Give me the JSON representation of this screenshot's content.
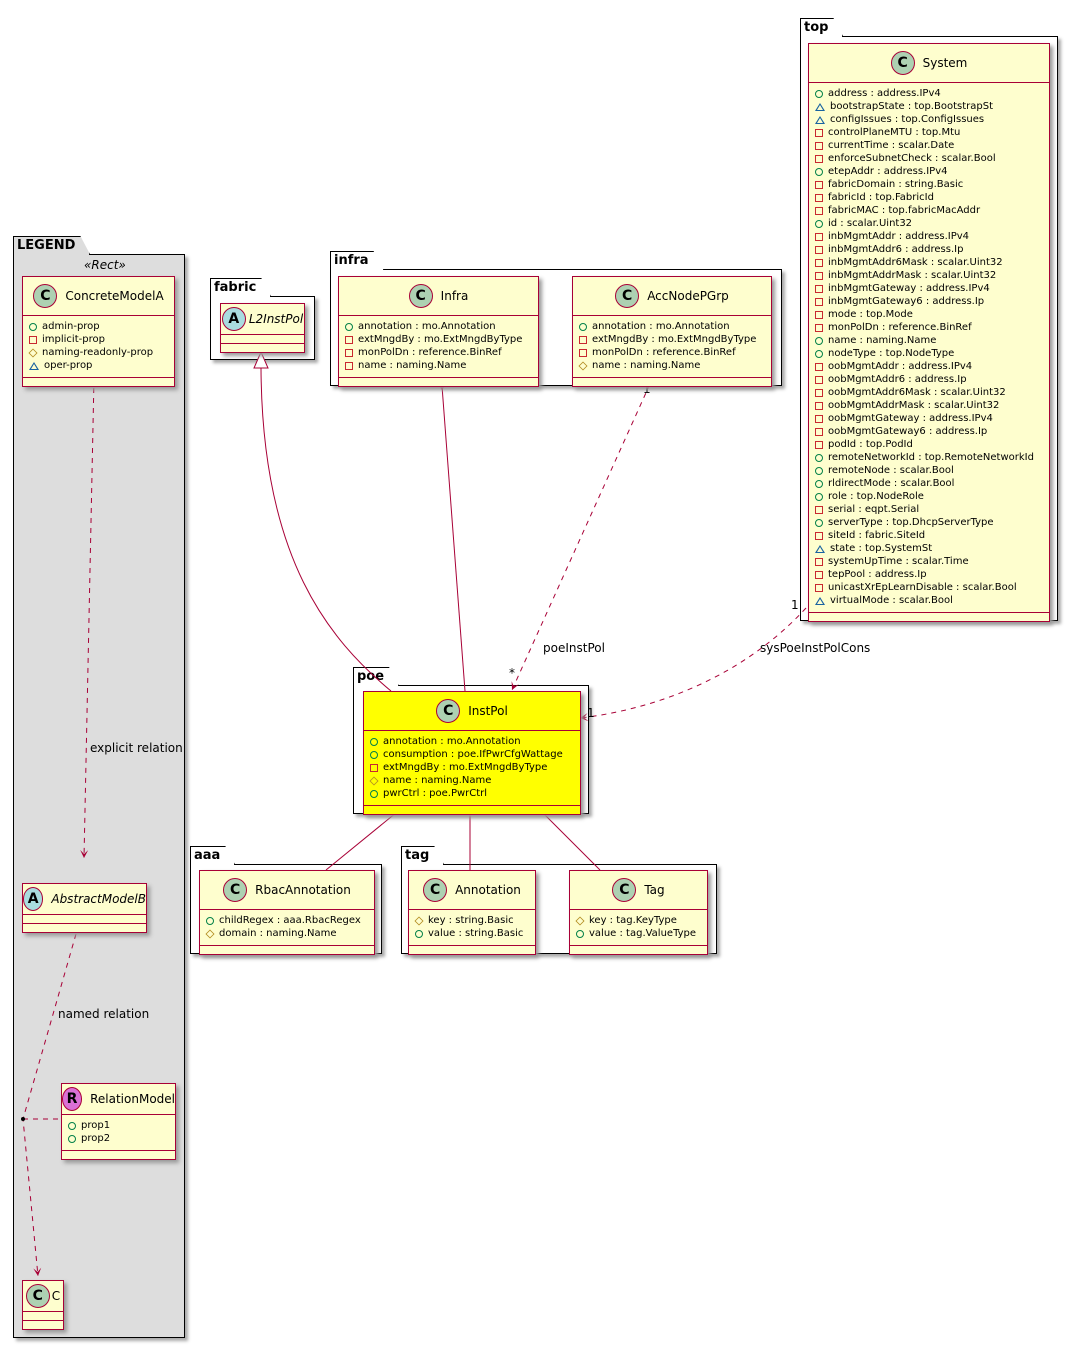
{
  "packages": {
    "legend": "LEGEND",
    "fabric": "fabric",
    "infra": "infra",
    "top": "top",
    "poe": "poe",
    "aaa": "aaa",
    "tag": "tag"
  },
  "legend": {
    "stereotype": "«Rect»",
    "concreteModelA": {
      "name": "ConcreteModelA",
      "attrs": [
        {
          "vis": "public",
          "text": "admin-prop"
        },
        {
          "vis": "private",
          "text": "implicit-prop"
        },
        {
          "vis": "protected",
          "text": "naming-readonly-prop"
        },
        {
          "vis": "package",
          "text": "oper-prop"
        }
      ]
    },
    "abstractModelB": {
      "name": "AbstractModelB"
    },
    "relationModel": {
      "name": "RelationModel",
      "attrs": [
        {
          "vis": "public",
          "text": "prop1"
        },
        {
          "vis": "public",
          "text": "prop2"
        }
      ]
    },
    "c": {
      "name": "C"
    },
    "explicit_relation": "explicit relation",
    "named_relation": "named relation"
  },
  "fabric": {
    "l2InstPol": {
      "name": "L2InstPol"
    }
  },
  "infra": {
    "infra": {
      "name": "Infra",
      "attrs": [
        {
          "vis": "public",
          "text": "annotation : mo.Annotation"
        },
        {
          "vis": "private",
          "text": "extMngdBy : mo.ExtMngdByType"
        },
        {
          "vis": "private",
          "text": "monPolDn : reference.BinRef"
        },
        {
          "vis": "private",
          "text": "name : naming.Name"
        }
      ]
    },
    "accNodePGrp": {
      "name": "AccNodePGrp",
      "attrs": [
        {
          "vis": "public",
          "text": "annotation : mo.Annotation"
        },
        {
          "vis": "private",
          "text": "extMngdBy : mo.ExtMngdByType"
        },
        {
          "vis": "private",
          "text": "monPolDn : reference.BinRef"
        },
        {
          "vis": "protected",
          "text": "name : naming.Name"
        }
      ]
    }
  },
  "top": {
    "system": {
      "name": "System",
      "attrs": [
        {
          "vis": "public",
          "text": "address : address.IPv4"
        },
        {
          "vis": "package",
          "text": "bootstrapState : top.BootstrapSt"
        },
        {
          "vis": "package",
          "text": "configIssues : top.ConfigIssues"
        },
        {
          "vis": "private",
          "text": "controlPlaneMTU : top.Mtu"
        },
        {
          "vis": "private",
          "text": "currentTime : scalar.Date"
        },
        {
          "vis": "private",
          "text": "enforceSubnetCheck : scalar.Bool"
        },
        {
          "vis": "public",
          "text": "etepAddr : address.IPv4"
        },
        {
          "vis": "private",
          "text": "fabricDomain : string.Basic"
        },
        {
          "vis": "private",
          "text": "fabricId : top.FabricId"
        },
        {
          "vis": "private",
          "text": "fabricMAC : top.fabricMacAddr"
        },
        {
          "vis": "public",
          "text": "id : scalar.Uint32"
        },
        {
          "vis": "private",
          "text": "inbMgmtAddr : address.IPv4"
        },
        {
          "vis": "private",
          "text": "inbMgmtAddr6 : address.Ip"
        },
        {
          "vis": "private",
          "text": "inbMgmtAddr6Mask : scalar.Uint32"
        },
        {
          "vis": "private",
          "text": "inbMgmtAddrMask : scalar.Uint32"
        },
        {
          "vis": "private",
          "text": "inbMgmtGateway : address.IPv4"
        },
        {
          "vis": "private",
          "text": "inbMgmtGateway6 : address.Ip"
        },
        {
          "vis": "private",
          "text": "mode : top.Mode"
        },
        {
          "vis": "private",
          "text": "monPolDn : reference.BinRef"
        },
        {
          "vis": "public",
          "text": "name : naming.Name"
        },
        {
          "vis": "public",
          "text": "nodeType : top.NodeType"
        },
        {
          "vis": "private",
          "text": "oobMgmtAddr : address.IPv4"
        },
        {
          "vis": "private",
          "text": "oobMgmtAddr6 : address.Ip"
        },
        {
          "vis": "private",
          "text": "oobMgmtAddr6Mask : scalar.Uint32"
        },
        {
          "vis": "private",
          "text": "oobMgmtAddrMask : scalar.Uint32"
        },
        {
          "vis": "private",
          "text": "oobMgmtGateway : address.IPv4"
        },
        {
          "vis": "private",
          "text": "oobMgmtGateway6 : address.Ip"
        },
        {
          "vis": "private",
          "text": "podId : top.PodId"
        },
        {
          "vis": "public",
          "text": "remoteNetworkId : top.RemoteNetworkId"
        },
        {
          "vis": "public",
          "text": "remoteNode : scalar.Bool"
        },
        {
          "vis": "public",
          "text": "rldirectMode : scalar.Bool"
        },
        {
          "vis": "public",
          "text": "role : top.NodeRole"
        },
        {
          "vis": "private",
          "text": "serial : eqpt.Serial"
        },
        {
          "vis": "public",
          "text": "serverType : top.DhcpServerType"
        },
        {
          "vis": "private",
          "text": "siteId : fabric.SiteId"
        },
        {
          "vis": "package",
          "text": "state : top.SystemSt"
        },
        {
          "vis": "private",
          "text": "systemUpTime : scalar.Time"
        },
        {
          "vis": "private",
          "text": "tepPool : address.Ip"
        },
        {
          "vis": "private",
          "text": "unicastXrEpLearnDisable : scalar.Bool"
        },
        {
          "vis": "package",
          "text": "virtualMode : scalar.Bool"
        }
      ]
    }
  },
  "poe": {
    "instPol": {
      "name": "InstPol",
      "highlight_color": "#ffff00",
      "attrs": [
        {
          "vis": "public",
          "text": "annotation : mo.Annotation"
        },
        {
          "vis": "public",
          "text": "consumption : poe.IfPwrCfgWattage"
        },
        {
          "vis": "private",
          "text": "extMngdBy : mo.ExtMngdByType"
        },
        {
          "vis": "protected",
          "text": "name : naming.Name"
        },
        {
          "vis": "public",
          "text": "pwrCtrl : poe.PwrCtrl"
        }
      ]
    }
  },
  "aaa": {
    "rbacAnnotation": {
      "name": "RbacAnnotation",
      "attrs": [
        {
          "vis": "public",
          "text": "childRegex : aaa.RbacRegex"
        },
        {
          "vis": "protected",
          "text": "domain : naming.Name"
        }
      ]
    }
  },
  "tag": {
    "annotation": {
      "name": "Annotation",
      "attrs": [
        {
          "vis": "protected",
          "text": "key : string.Basic"
        },
        {
          "vis": "public",
          "text": "value : string.Basic"
        }
      ]
    },
    "tag": {
      "name": "Tag",
      "attrs": [
        {
          "vis": "protected",
          "text": "key : tag.KeyType"
        },
        {
          "vis": "public",
          "text": "value : tag.ValueType"
        }
      ]
    }
  },
  "relations": {
    "poeInstPol": {
      "label": "poeInstPol",
      "source_mult": "1",
      "target_mult": "*"
    },
    "sysPoeInstPolCons": {
      "label": "sysPoeInstPolCons",
      "source_mult": "1",
      "target_mult": "1"
    }
  },
  "colors": {
    "class_bg": "#fefece",
    "class_border": "#a80036",
    "legend_bg": "#dddddd",
    "highlight": "#ffff00"
  }
}
